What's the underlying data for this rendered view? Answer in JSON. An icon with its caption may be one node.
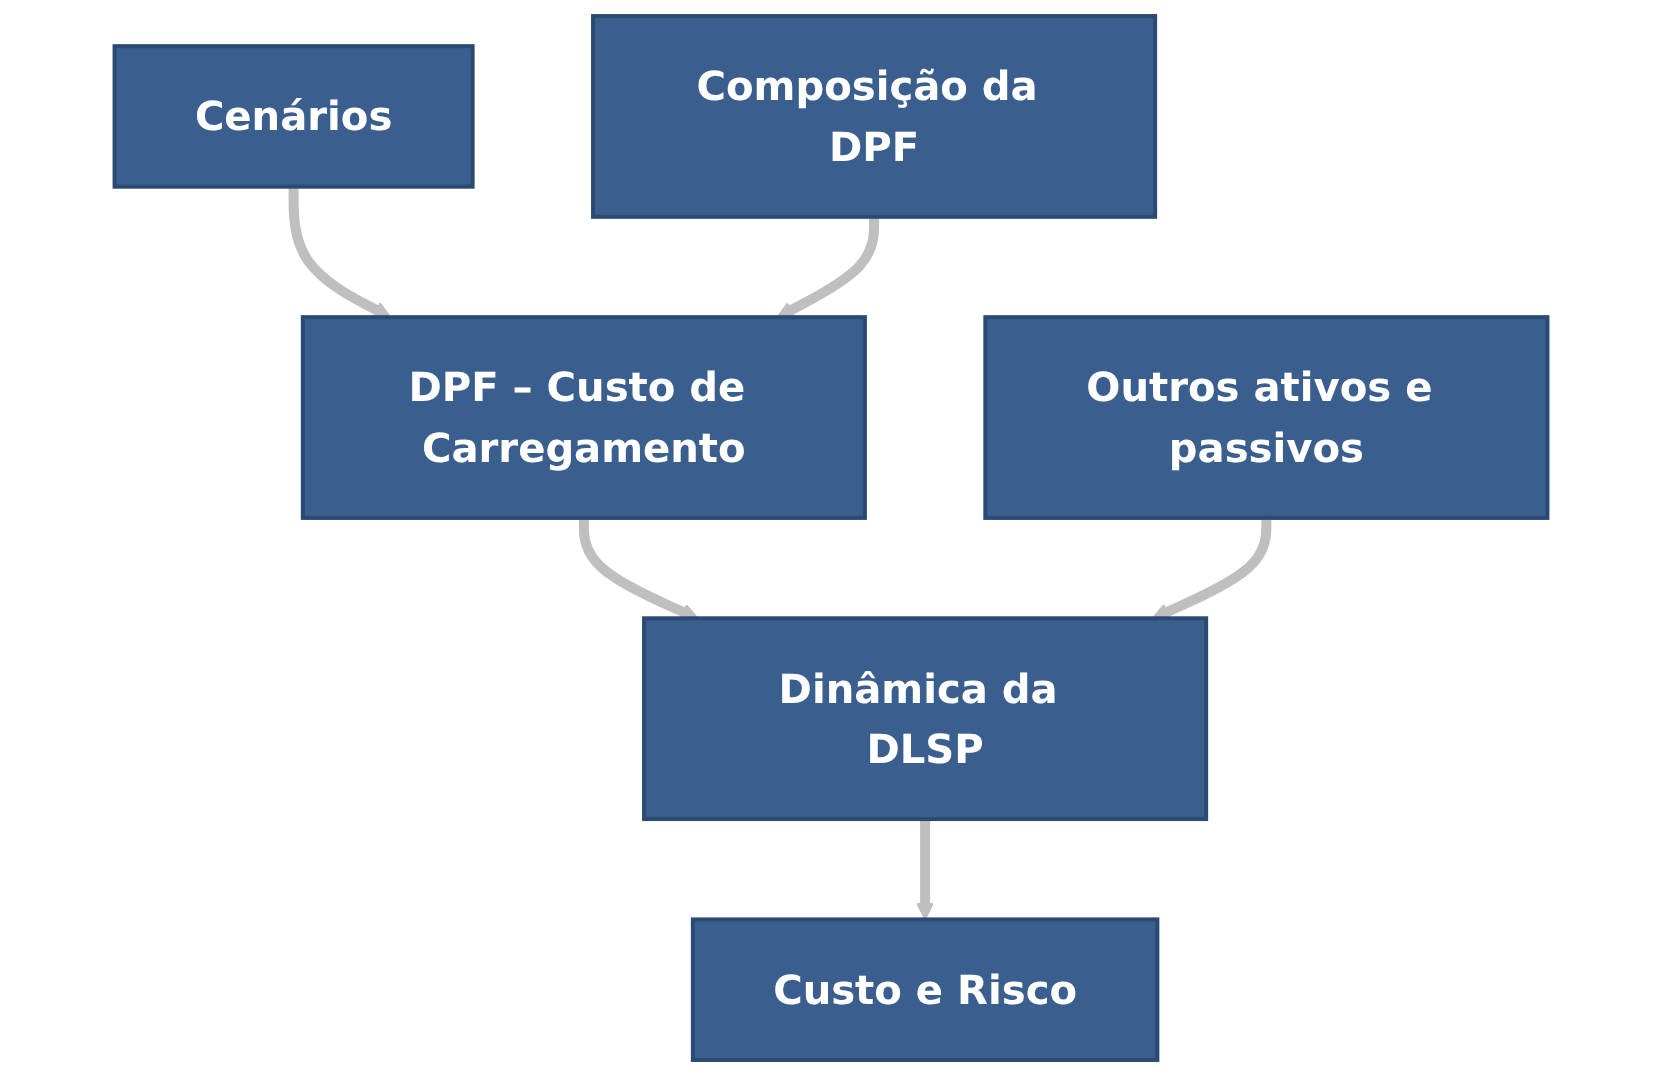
{
  "diagram": {
    "nodes": [
      {
        "text": [
          "Cenários"
        ]
      },
      {
        "text": [
          "Composição da DPF"
        ]
      },
      {
        "text": [
          "DPF – Custo de Carregamento"
        ]
      },
      {
        "text": [
          "Dinâmica da DLSP"
        ]
      },
      {
        "text": [
          "Outros ativos e passivos"
        ]
      },
      {
        "text": [
          "Custo e Risco"
        ]
      }
    ],
    "edges": [
      {
        "from": 0,
        "to": 2,
        "arrow": "to"
      },
      {
        "from": 1,
        "to": 2,
        "arrow": "to"
      },
      {
        "from": 2,
        "to": 3,
        "arrow": "to"
      },
      {
        "from": 4,
        "to": 3,
        "arrow": "to"
      },
      {
        "from": 3,
        "to": 5,
        "arrow": "to"
      }
    ]
  }
}
